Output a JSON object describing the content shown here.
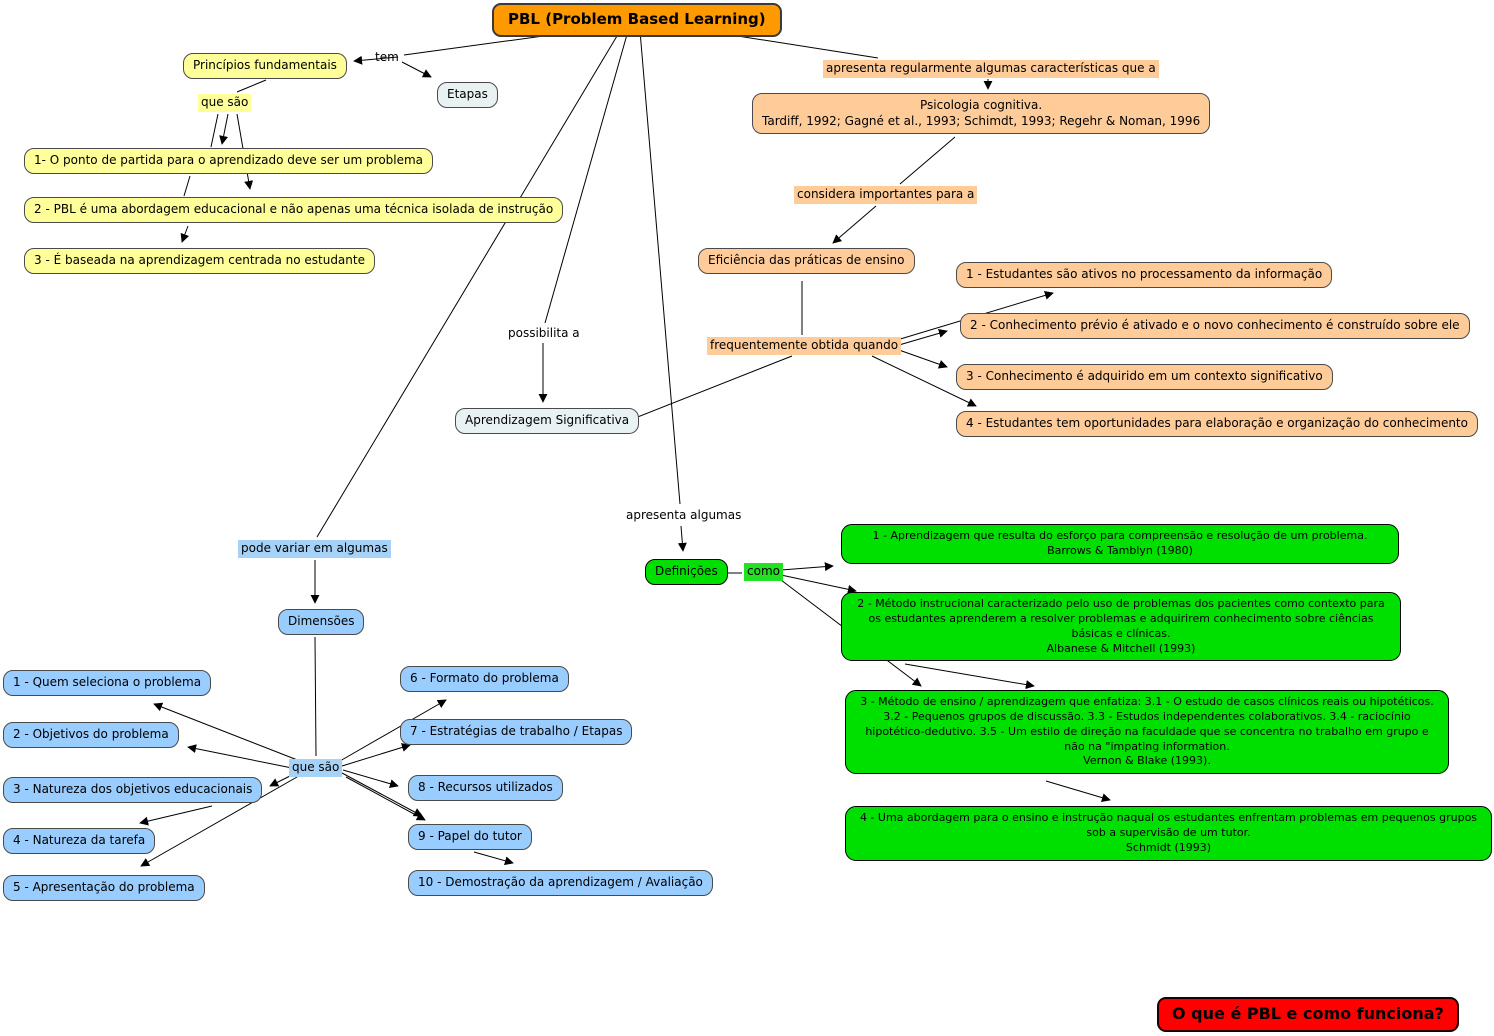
{
  "title": "PBL (Problem Based Learning)",
  "labels": {
    "tem": "tem",
    "que_sao_principios": "que são",
    "apresenta_regularmente": "apresenta regularmente algumas características que a",
    "considera": "considera importantes para a",
    "frequentemente": "frequentemente obtida quando",
    "possibilita": "possibilita a",
    "apresenta_algumas": "apresenta algumas",
    "pode_variar": "pode variar em algumas",
    "que_sao_dimensoes": "que são",
    "como": "como"
  },
  "nodes": {
    "principios": "Princípios fundamentais",
    "etapas": "Etapas",
    "eficiencia": "Eficiência das práticas de ensino",
    "aprendizagem_significativa": "Aprendizagem Significativa",
    "dimensoes": "Dimensões",
    "definicoes": "Definições",
    "question": "O que é PBL e como funciona?"
  },
  "psicologia": {
    "title": "Psicologia cognitiva.",
    "source": "Tardiff, 1992; Gagné et al., 1993; Schimdt, 1993; Regehr & Noman, 1996"
  },
  "principios_itens": [
    "1- O ponto de partida para o aprendizado deve ser um problema",
    "2 - PBL é uma abordagem educacional e não apenas uma técnica isolada de instrução",
    "3 - É baseada na aprendizagem centrada no estudante"
  ],
  "caracteristicas": [
    "1 - Estudantes são ativos no processamento da informação",
    "2 - Conhecimento prévio é ativado e o novo conhecimento é construído sobre ele",
    "3 - Conhecimento é adquirido em um contexto significativo",
    "4 - Estudantes tem oportunidades para elaboração e organização do conhecimento"
  ],
  "dimensoes_itens_esq": [
    "1 - Quem seleciona o problema",
    "2 - Objetivos do problema",
    "3 - Natureza dos objetivos educacionais",
    "4 - Natureza da tarefa",
    "5 - Apresentação do problema"
  ],
  "dimensoes_itens_dir": [
    "6 - Formato do problema",
    "7 - Estratégias de trabalho / Etapas",
    "8 - Recursos utilizados",
    "9 - Papel do tutor",
    "10 - Demostração da aprendizagem / Avaliação"
  ],
  "definicoes_itens": [
    {
      "text": "1 - Aprendizagem que resulta do esforço para compreensão e resolução de um problema.",
      "source": "Barrows & Tamblyn (1980)"
    },
    {
      "text": "2 - Método instrucional caracterizado pelo uso de problemas dos pacientes como contexto para os estudantes aprenderem a resolver problemas e adquirirem conhecimento sobre ciências básicas e clínicas.",
      "source": "Albanese & Mitchell (1993)"
    },
    {
      "text": "3 - Método de ensino / aprendizagem que enfatiza: 3.1 - O estudo de casos clínicos reais ou hipotéticos.  3.2 - Pequenos grupos de discussão. 3.3 - Estudos independentes colaborativos. 3.4 - raciocínio hipotético-dedutivo.  3.5 - Um estilo de direção na faculdade que se concentra no trabalho em grupo e não na \"impating information.",
      "source": "Vernon & Blake (1993)."
    },
    {
      "text": "4 - Uma abordagem para o ensino e instrução naqual os estudantes enfrentam problemas em pequenos grupos sob a supervisão de um tutor.",
      "source": "Schmidt (1993)"
    }
  ],
  "colors": {
    "title_bg": "#FF9900",
    "yellow_bg": "#FFFF99",
    "orange_bg": "#FFCC99",
    "blue_bg": "#99CCFF",
    "green_bg": "#00E000",
    "light_bg": "#E9F2F2",
    "red_bg": "#FF0000"
  }
}
